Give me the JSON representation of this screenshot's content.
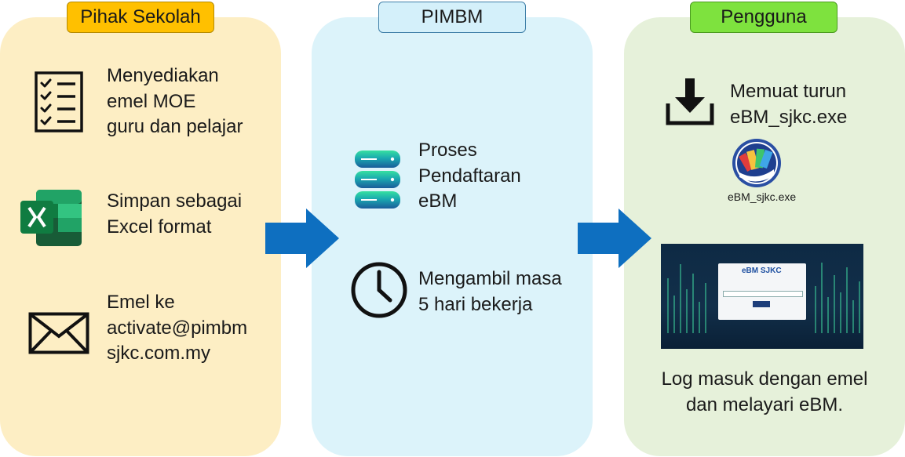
{
  "columns": [
    {
      "title": "Pihak Sekolah"
    },
    {
      "title": "PIMBM"
    },
    {
      "title": "Pengguna"
    }
  ],
  "school": {
    "step1": [
      "Menyediakan",
      "emel MOE",
      "guru dan pelajar"
    ],
    "step2": [
      "Simpan sebagai",
      "Excel format"
    ],
    "step3": [
      "Emel ke",
      "activate@pimbm",
      "sjkc.com.my"
    ]
  },
  "pimbm": {
    "step1": [
      "Proses",
      "Pendaftaran",
      "eBM"
    ],
    "step2": [
      "Mengambil masa",
      "5 hari bekerja"
    ]
  },
  "user": {
    "step1": [
      "Memuat turun",
      "eBM_sjkc.exe"
    ],
    "app_caption": "eBM_sjkc.exe",
    "login_logo": "eBM SJKC",
    "step2": [
      "Log masuk dengan emel",
      "dan melayari eBM."
    ]
  },
  "colors": {
    "school_panel": "#fdeec4",
    "pimbm_panel": "#dcf3fa",
    "user_panel": "#e6f1da",
    "school_tag": "#ffc000",
    "pimbm_tag": "#d4f0fa",
    "user_tag": "#7ee23e",
    "arrow": "#0e6fc0"
  },
  "icons": [
    "checklist-icon",
    "excel-icon",
    "envelope-icon",
    "database-icon",
    "clock-icon",
    "download-icon",
    "ebm-app-icon"
  ]
}
